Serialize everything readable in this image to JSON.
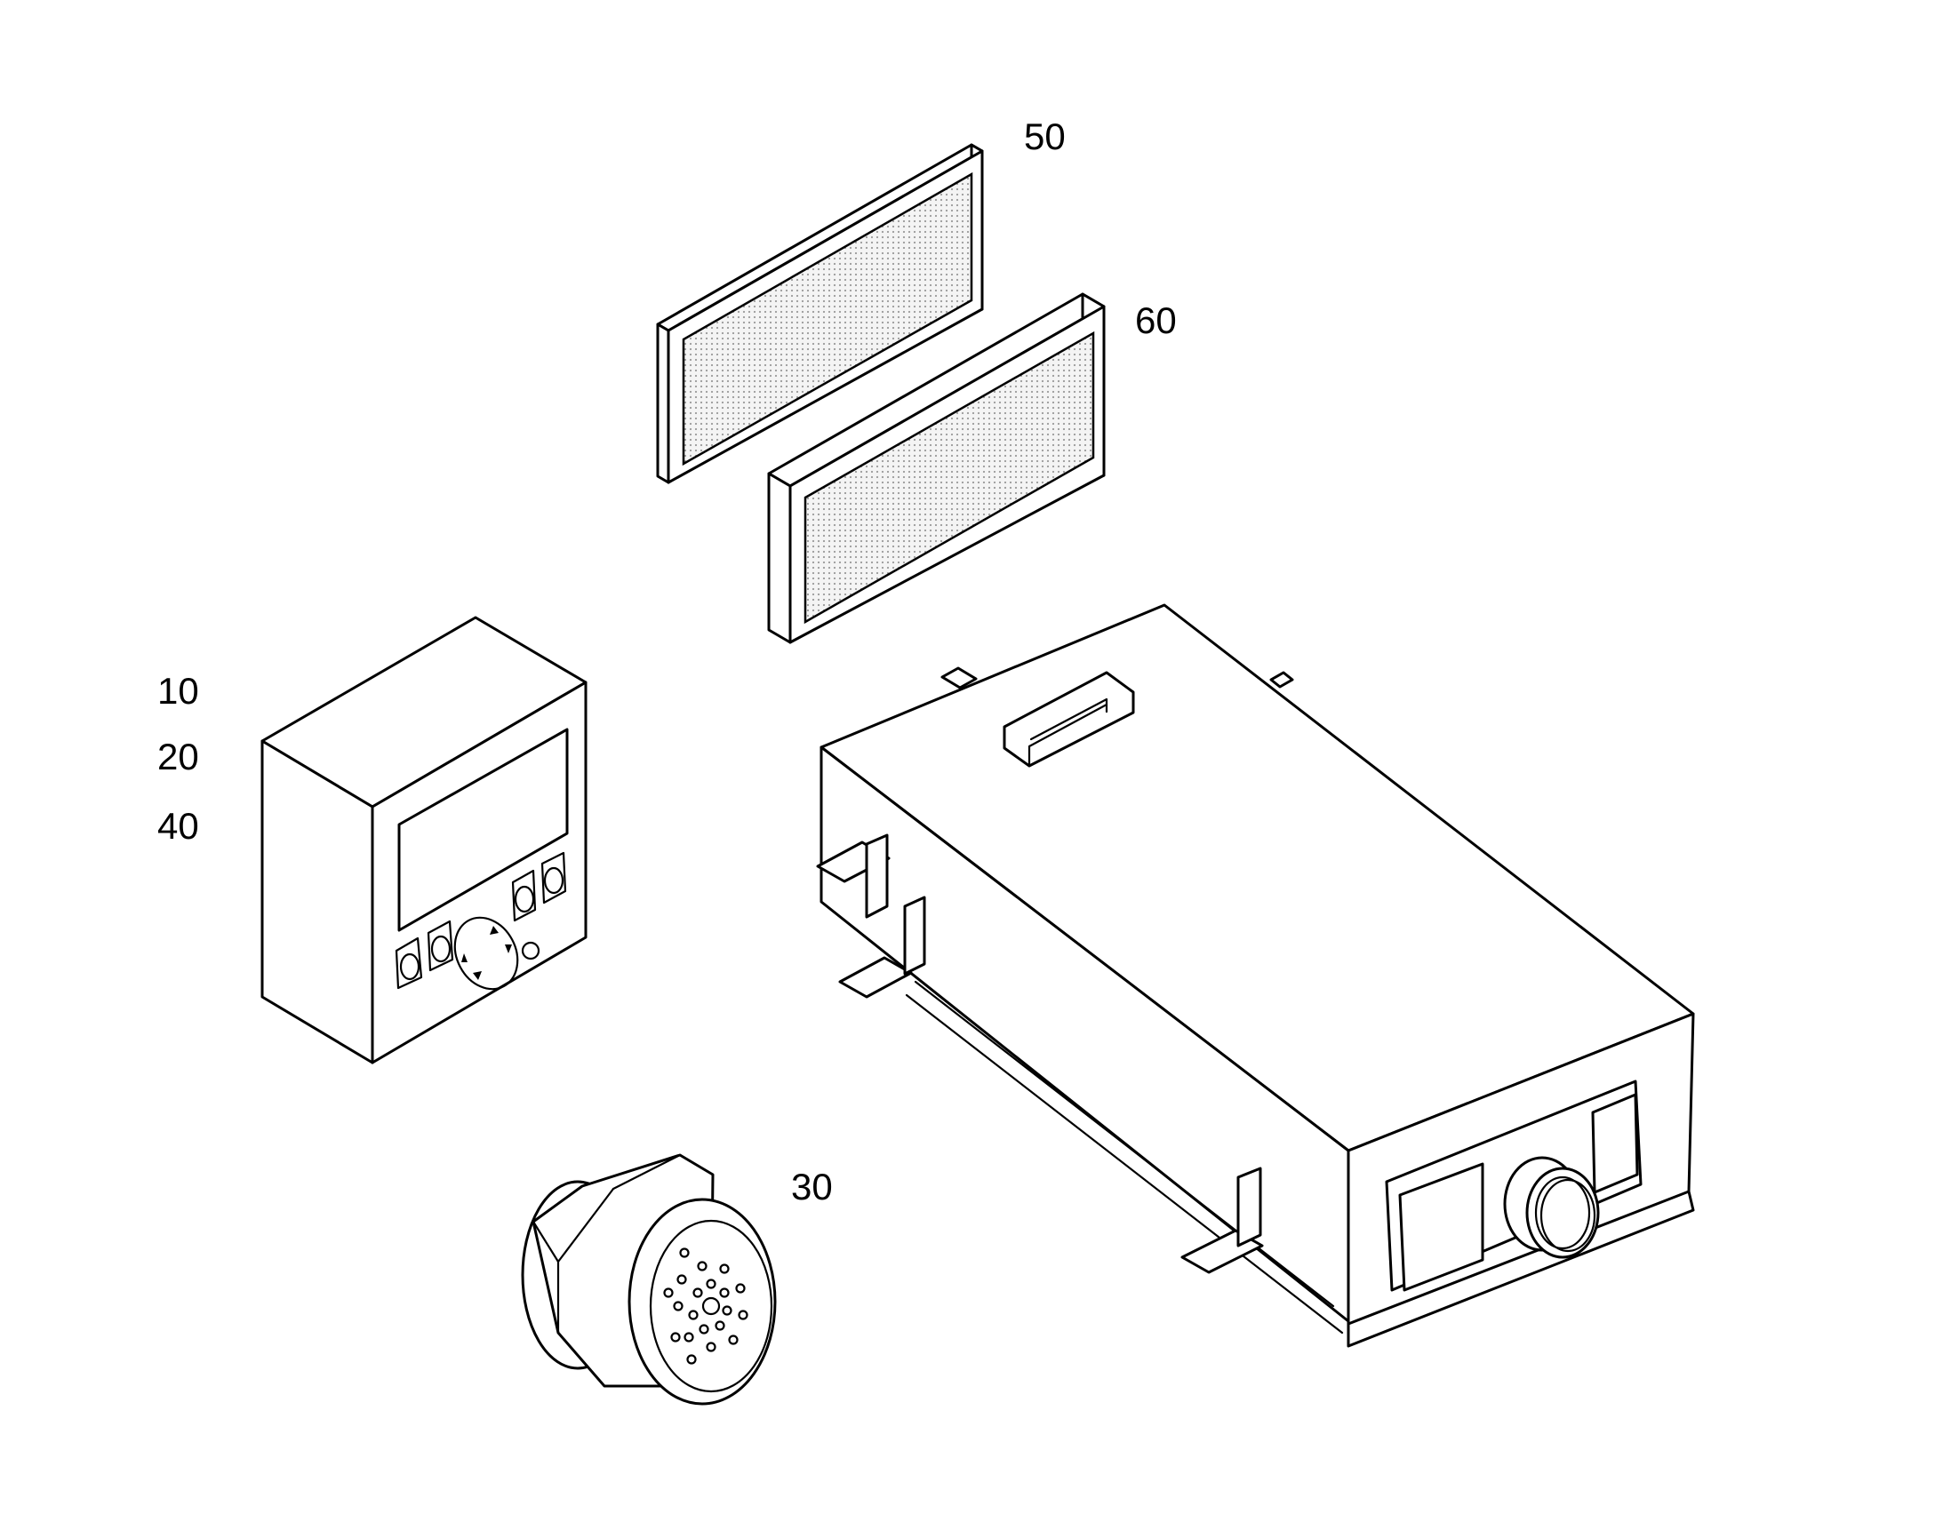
{
  "labels": {
    "label_10": "10",
    "label_20": "20",
    "label_40": "40",
    "label_50": "50",
    "label_60": "60",
    "label_30": "30"
  },
  "colors": {
    "line": "#000000",
    "background": "#ffffff",
    "mesh_dot": "#9a9a9a"
  }
}
